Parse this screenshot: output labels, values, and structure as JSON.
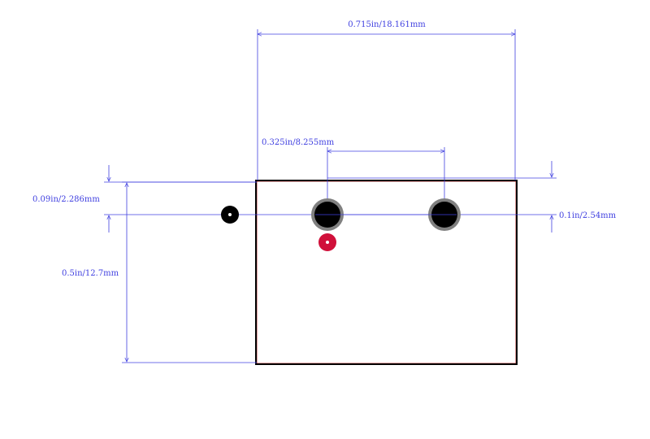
{
  "colors": {
    "dimension": "#4040e0",
    "outline": "#000000",
    "outline_inner": "#c04040",
    "pad_ring": "#808080",
    "pad": "#000000",
    "pin1_marker": "#d0103a",
    "hole": "#ffffff"
  },
  "dimensions": {
    "overall_width": "0.715in/18.161mm",
    "pin_pitch": "0.325in/8.255mm",
    "top_offset": "0.09in/2.286mm",
    "pad_offset": "0.1in/2.54mm",
    "body_height": "0.5in/12.7mm"
  }
}
